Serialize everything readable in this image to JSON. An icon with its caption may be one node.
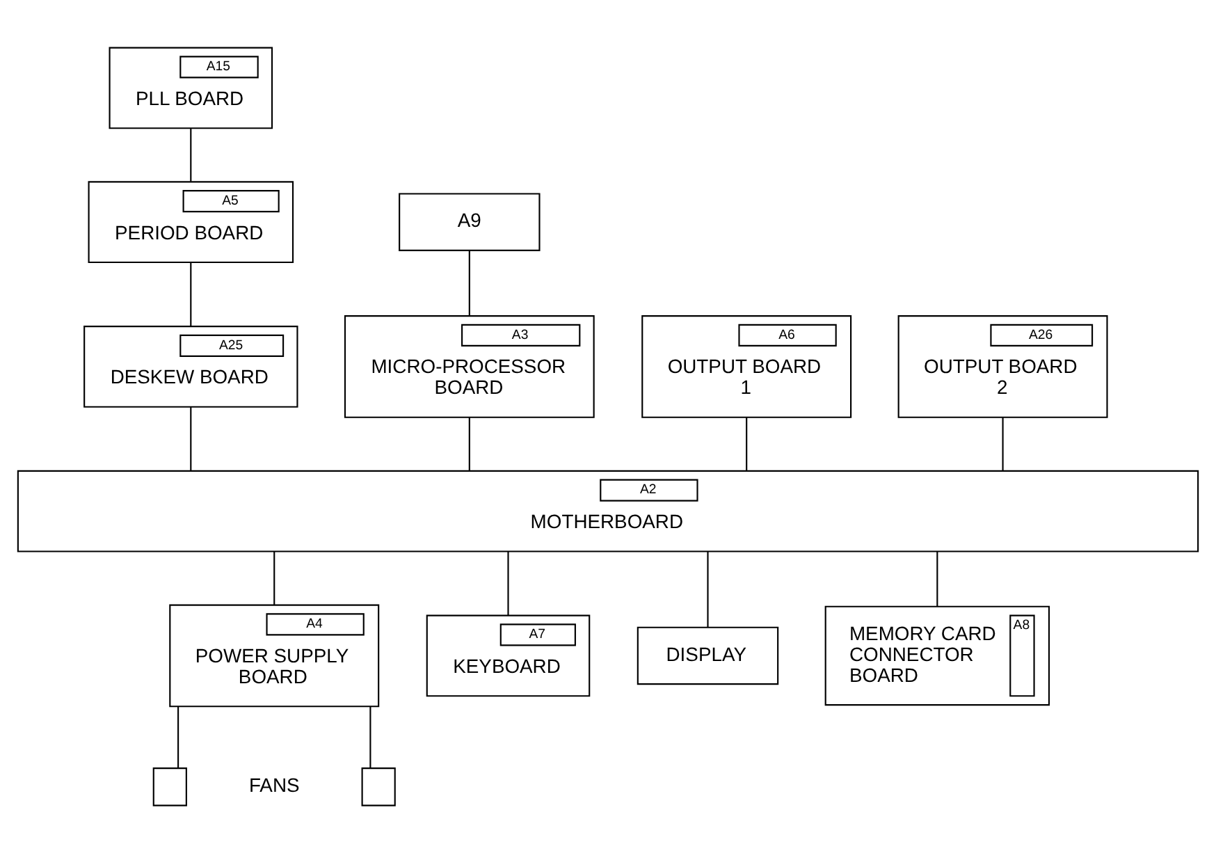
{
  "diagram": {
    "nodes": [
      {
        "text": [
          "A15",
          "PLL BOARD"
        ]
      },
      {
        "text": [
          "A9"
        ]
      },
      {
        "text": [
          "A3",
          "MICRO-PROCESSOR BOARD"
        ]
      },
      {
        "text": [
          "A5",
          "PERIOD BOARD"
        ]
      },
      {
        "text": [
          "A25",
          "DESKEW BOARD"
        ]
      },
      {
        "text": [
          "A6",
          "OUTPUT BOARD 1"
        ]
      },
      {
        "text": [
          "A26",
          "OUTPUT BOARD 2"
        ]
      },
      {
        "text": [
          "A2",
          "MOTHERBOARD"
        ]
      },
      {
        "text": [
          "A4",
          "POWER SUPPLY BOARD"
        ]
      },
      {
        "text": [],
        "shape": "box"
      },
      {
        "text": [],
        "shape": "box"
      },
      {
        "text": [
          "A7",
          "KEYBOARD"
        ]
      },
      {
        "text": [
          "DISPLAY"
        ]
      },
      {
        "text": [
          "MEMORY CARD CONNECTOR BOARD",
          "A8"
        ]
      }
    ],
    "edges": [
      {
        "from": 1,
        "to": 2,
        "arrow": "none"
      },
      {
        "from": 0,
        "to": 3,
        "arrow": "none"
      },
      {
        "from": 3,
        "to": 4,
        "arrow": "none"
      },
      {
        "from": 2,
        "to": 7,
        "arrow": "none"
      },
      {
        "from": 4,
        "to": 7,
        "arrow": "none"
      },
      {
        "from": 5,
        "to": 7,
        "arrow": "none"
      },
      {
        "from": 6,
        "to": 7,
        "arrow": "none"
      },
      {
        "from": 7,
        "to": 8,
        "arrow": "none"
      },
      {
        "from": 8,
        "to": 9,
        "arrow": "none"
      },
      {
        "from": 8,
        "to": 10,
        "arrow": "none"
      },
      {
        "from": 7,
        "to": 11,
        "arrow": "none"
      },
      {
        "from": 7,
        "to": 12,
        "arrow": "none"
      },
      {
        "from": 7,
        "to": 13,
        "arrow": "none"
      }
    ],
    "labels": [
      "FANS"
    ]
  }
}
